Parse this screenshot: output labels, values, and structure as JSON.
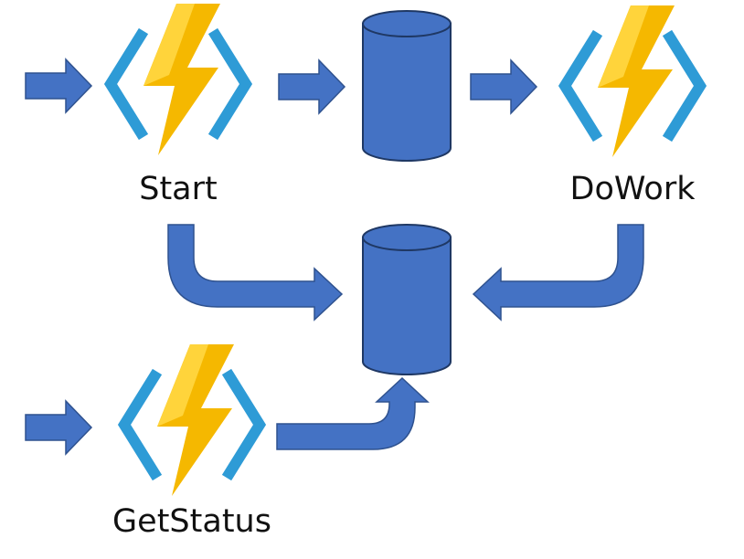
{
  "labels": {
    "start": "Start",
    "dowork": "DoWork",
    "getstatus": "GetStatus"
  },
  "icons": {
    "function": "azure-function-icon",
    "storage": "storage-cylinder-icon",
    "arrow": "arrow-icon"
  },
  "colors": {
    "arrow": "#4472C4",
    "arrow_edge": "#2F528F",
    "cylinder": "#4472C4",
    "cylinder_edge": "#1F3864",
    "bolt": "#F5B800",
    "bolt_light": "#FFD43B",
    "bracket": "#2E9BD6",
    "text": "#111111"
  }
}
